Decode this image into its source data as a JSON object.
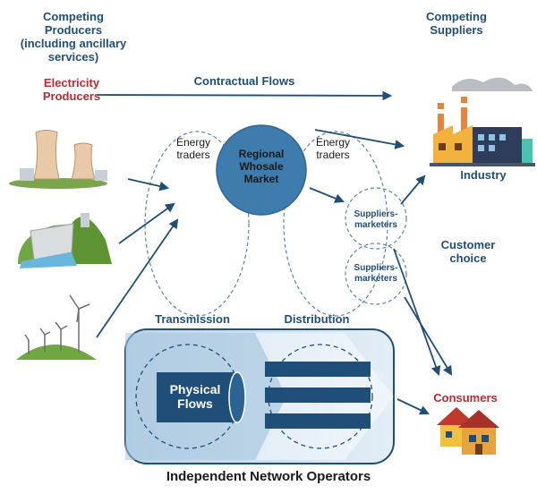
{
  "headings": {
    "competing_producers": "Competing Producers (including ancillary services)",
    "competing_suppliers": "Competing Suppliers",
    "electricity_producers": "Electricity Producers",
    "contractual_flows": "Contractual Flows"
  },
  "market": {
    "energy_traders_left": "Energy traders",
    "energy_traders_right": "Energy traders",
    "regional_market": "Regional Whosale Market",
    "suppliers_marketers_1": "Suppliers-marketers",
    "suppliers_marketers_2": "Suppliers-marketers"
  },
  "consumers": {
    "industry": "Industry",
    "customer_choice": "Customer choice",
    "consumers": "Consumers"
  },
  "network": {
    "transmission": "Transmission",
    "distribution": "Distribution",
    "physical_flows": "Physical Flows",
    "operators": "Independent Network Operators"
  },
  "colors": {
    "navy": "#1f4e79",
    "red": "#c0282d",
    "market_circle": "#3e7cad",
    "network_box": "#cfe0ee"
  }
}
